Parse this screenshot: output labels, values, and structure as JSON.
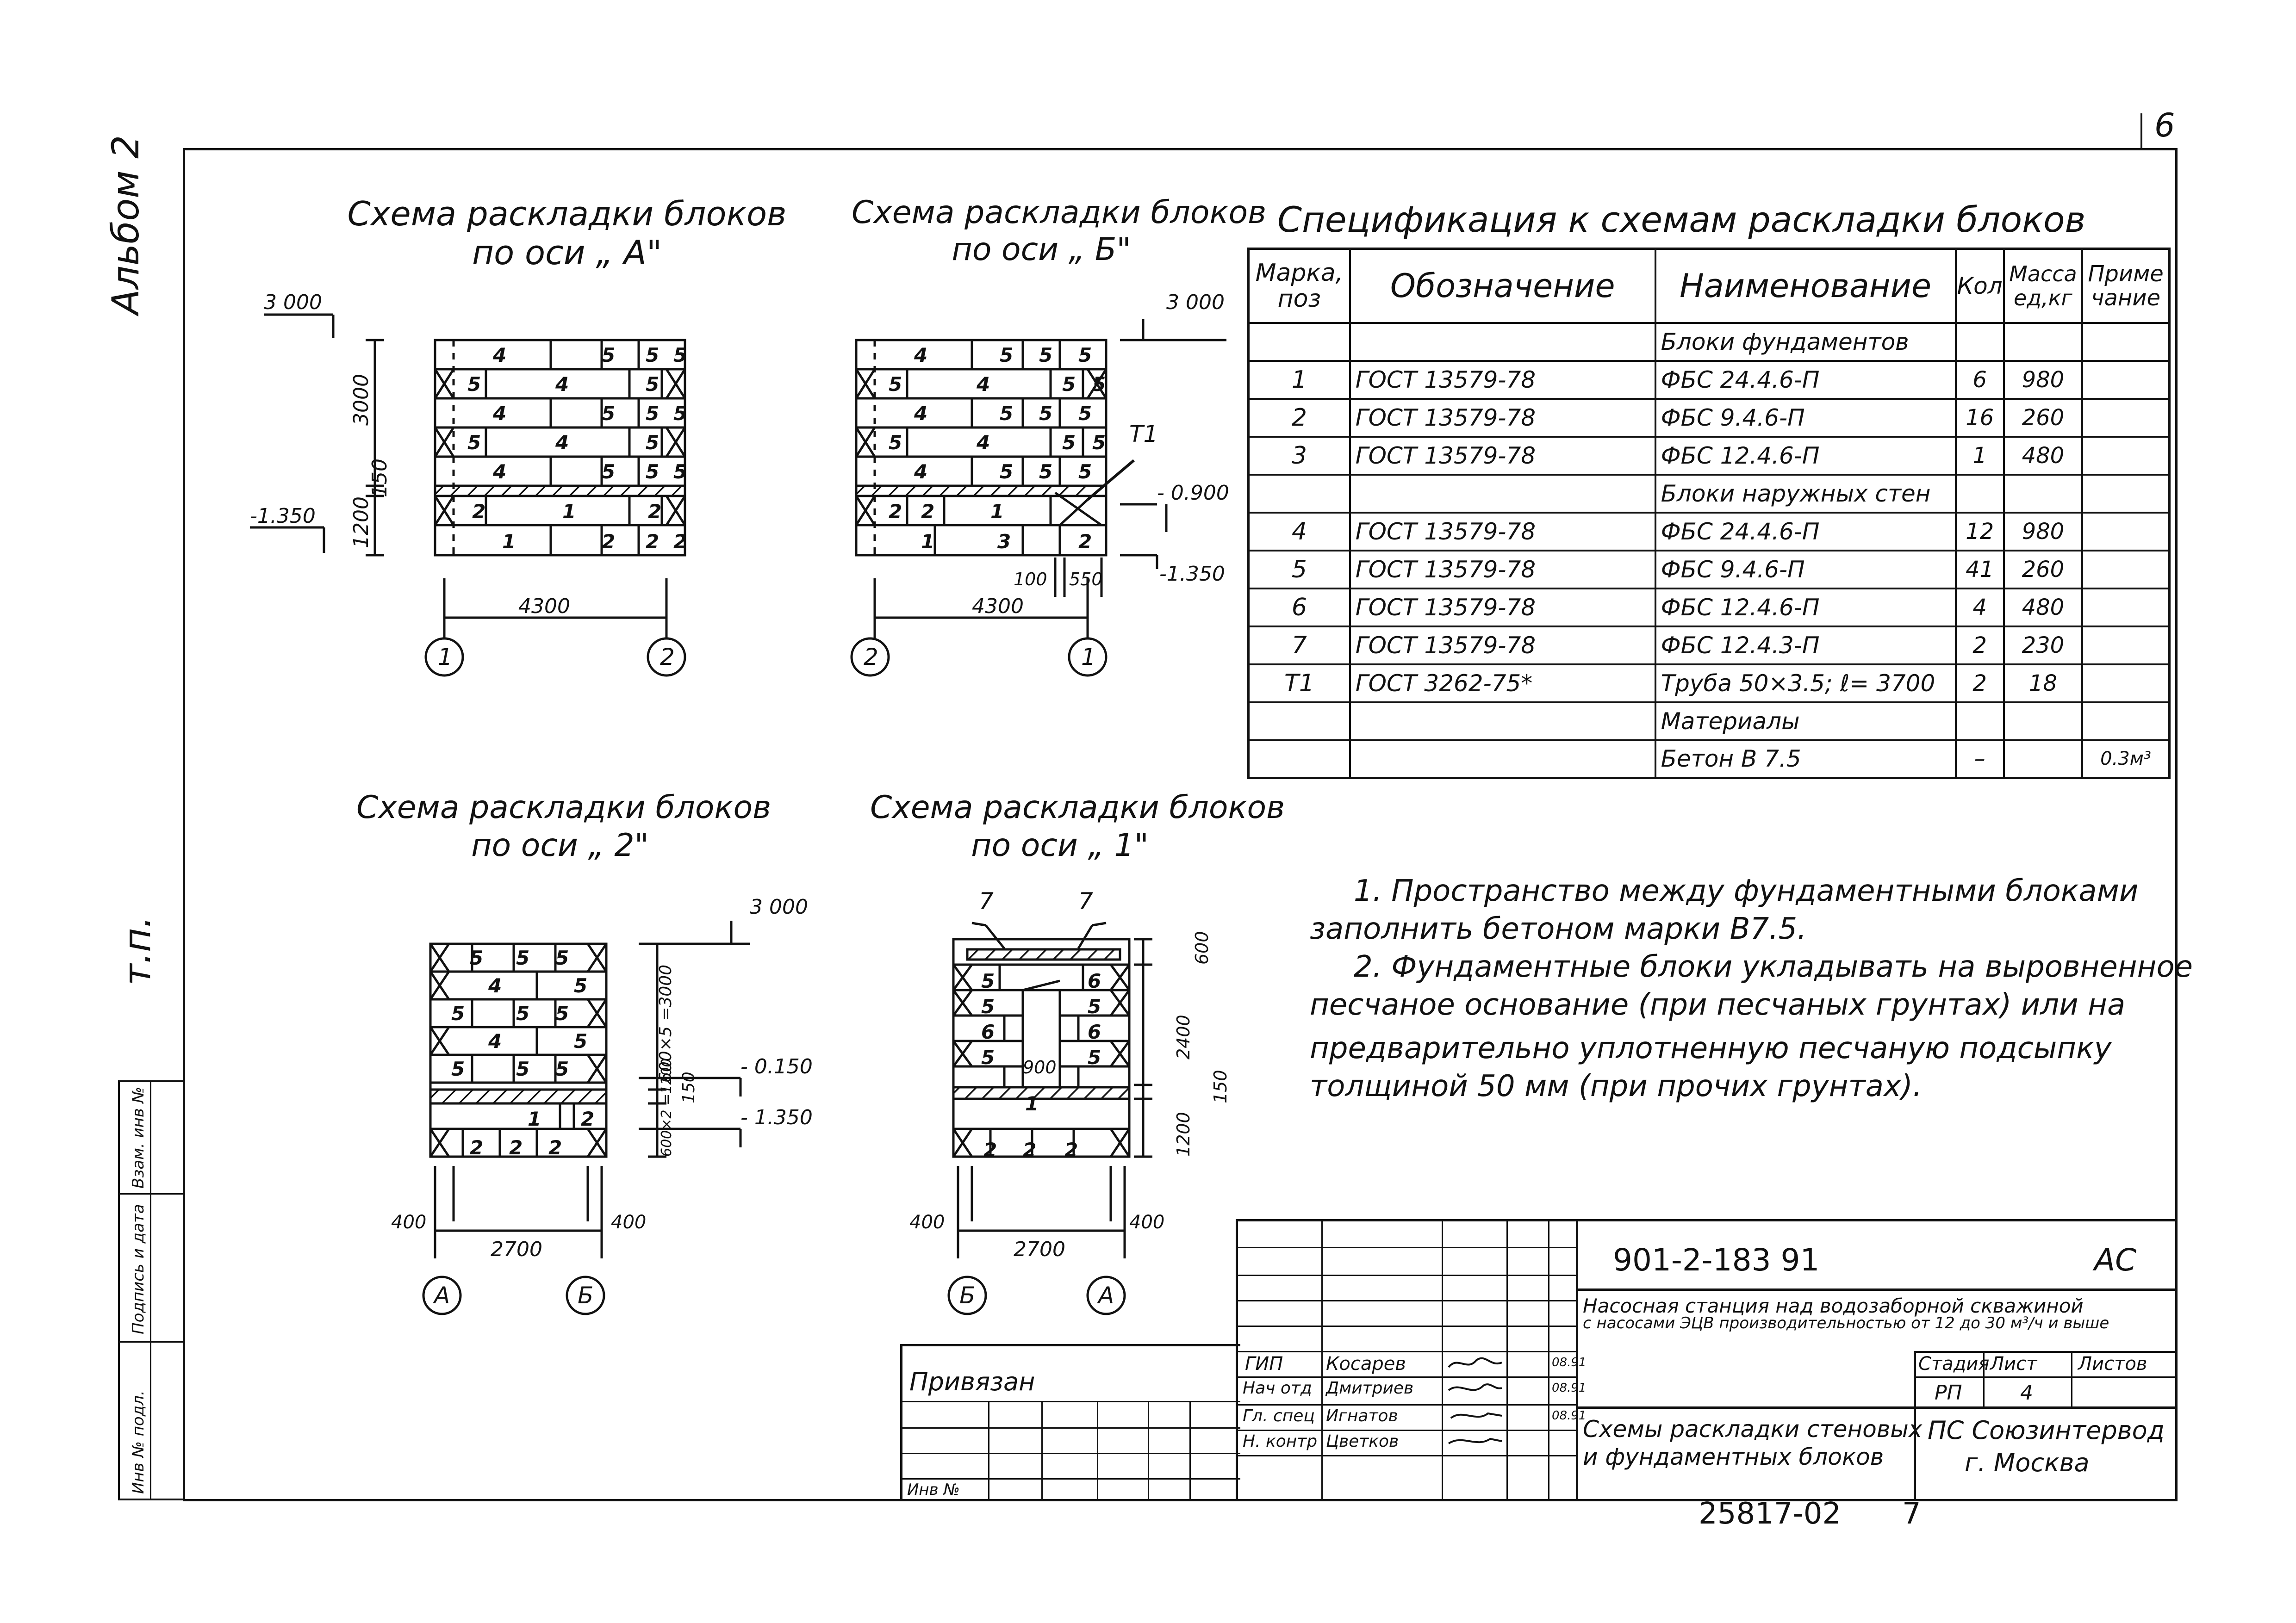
{
  "sheet_no": "6",
  "margin": {
    "album": "Альбом 2",
    "tp": "т.п.",
    "stamp_cells": [
      "Инв № подл.",
      "Подпись и дата",
      "Взам. инв №"
    ]
  },
  "schemes": [
    {
      "title1": "Схема раскладки блоков",
      "title2": "по оси „ А\""
    },
    {
      "title1": "Схема раскладки блоков",
      "title2": "по оси „ Б\""
    },
    {
      "title1": "Схема раскладки блоков",
      "title2": "по оси „ 2\""
    },
    {
      "title1": "Схема раскладки блоков",
      "title2": "по оси „ 1\""
    }
  ],
  "dims": {
    "a": {
      "top": "3 000",
      "h1": "3000",
      "h2": "150",
      "h3": "1200",
      "bottom": "-1.350",
      "width": "4300",
      "ax1": "1",
      "ax2": "2"
    },
    "b": {
      "top": "3 000",
      "t1": "Т1",
      "lvl1": "- 0.900",
      "lvl2": "-1.350",
      "d1": "100",
      "d2": "550",
      "width": "4300",
      "ax1": "2",
      "ax2": "1"
    },
    "c2": {
      "top": "3 000",
      "h1": "600×5 =3000",
      "h2": "150",
      "h3": "600×2 =1200",
      "lvl1": "- 0.150",
      "lvl2": "- 1.350",
      "left": "400",
      "right": "400",
      "width": "2700",
      "ax1": "А",
      "ax2": "Б"
    },
    "c1": {
      "h1": "600",
      "h2": "2400",
      "h3": "150",
      "h4": "1200",
      "door": "900",
      "left": "400",
      "right": "400",
      "width": "2700",
      "ax1": "Б",
      "ax2": "А",
      "mk1": "7",
      "mk2": "7"
    }
  },
  "spec": {
    "title": "Спецификация к схемам раскладки блоков",
    "headers": [
      "Марка, поз",
      "Обозначение",
      "Наименование",
      "Кол",
      "Масса ед,кг",
      "Примечание"
    ],
    "rows": [
      [
        "",
        "",
        "Блоки фундаментов",
        "",
        "",
        ""
      ],
      [
        "1",
        "ГОСТ 13579-78",
        "ФБС 24.4.6-П",
        "6",
        "980",
        ""
      ],
      [
        "2",
        "ГОСТ 13579-78",
        "ФБС 9.4.6-П",
        "16",
        "260",
        ""
      ],
      [
        "3",
        "ГОСТ 13579-78",
        "ФБС 12.4.6-П",
        "1",
        "480",
        ""
      ],
      [
        "",
        "",
        "Блоки наружных стен",
        "",
        "",
        ""
      ],
      [
        "4",
        "ГОСТ 13579-78",
        "ФБС 24.4.6-П",
        "12",
        "980",
        ""
      ],
      [
        "5",
        "ГОСТ 13579-78",
        "ФБС 9.4.6-П",
        "41",
        "260",
        ""
      ],
      [
        "6",
        "ГОСТ 13579-78",
        "ФБС 12.4.6-П",
        "4",
        "480",
        ""
      ],
      [
        "7",
        "ГОСТ 13579-78",
        "ФБС 12.4.3-П",
        "2",
        "230",
        ""
      ],
      [
        "Т1",
        "ГОСТ 3262-75*",
        "Труба 50×3.5; ℓ= 3700",
        "2",
        "18",
        ""
      ],
      [
        "",
        "",
        "Материалы",
        "",
        "",
        ""
      ],
      [
        "",
        "",
        "Бетон В 7.5",
        "–",
        "",
        "0.3м³"
      ]
    ]
  },
  "notes": [
    "1. Пространство между фундаментными блоками",
    "заполнить бетоном марки В7.5.",
    "2. Фундаментные блоки укладывать на выровненное",
    "песчаное основание (при песчаных грунтах) или на",
    "предварительно уплотненную песчаную подсыпку",
    "толщиной 50 мм (при прочих грунтах)."
  ],
  "stamp": {
    "code": "901-2-183 91",
    "mark": "АС",
    "desc1": "Насосная станция над водозаборной скважиной",
    "desc2": "с насосами ЭЦВ производительностью от 12 до 30 м³/ч и выше",
    "stage_h": "Стадия",
    "sheet_h": "Лист",
    "sheets_h": "Листов",
    "stage": "РП",
    "sheet": "4",
    "sheets": "",
    "title1": "Схемы раскладки стеновых",
    "title2": "и фундаментных блоков",
    "org1": "ПС Союзинтервод",
    "org2": "г. Москва",
    "privyazan": "Привязан",
    "inv": "Инв №",
    "people": [
      {
        "role": "ГИП",
        "name": "Косарев",
        "date": "08.91"
      },
      {
        "role": "Нач отд",
        "name": "Дмитриев",
        "date": "08.91"
      },
      {
        "role": "Гл. спец",
        "name": "Игнатов",
        "date": "08.91"
      },
      {
        "role": "Н. контр",
        "name": "Цветков",
        "date": ""
      }
    ]
  },
  "bottom_number": "25817-02",
  "bottom_sheet": "7"
}
